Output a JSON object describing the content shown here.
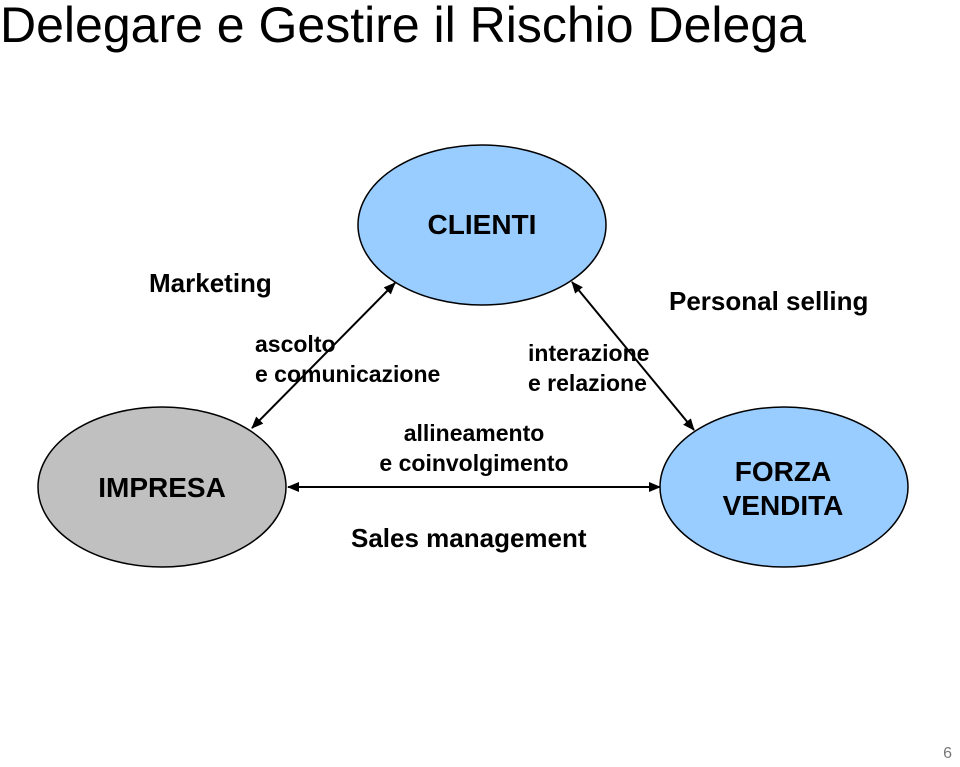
{
  "slide": {
    "title": "Delegare e Gestire il Rischio Delega",
    "page_number": "6"
  },
  "nodes": {
    "clienti": {
      "label": "CLIENTI",
      "fill": "#99ccff"
    },
    "impresa": {
      "label": "IMPRESA",
      "fill": "#c0c0c0"
    },
    "forza_vendita": {
      "label_line1": "FORZA",
      "label_line2": "VENDITA",
      "fill": "#99ccff"
    }
  },
  "edges": {
    "impresa_clienti": {
      "line1": "ascolto",
      "line2": "e comunicazione"
    },
    "clienti_forza": {
      "line1": "interazione",
      "line2": "e relazione"
    },
    "impresa_forza": {
      "line1": "allineamento",
      "line2": "e coinvolgimento"
    }
  },
  "areas": {
    "marketing": "Marketing",
    "personal_selling": "Personal selling",
    "sales_management": "Sales management"
  }
}
